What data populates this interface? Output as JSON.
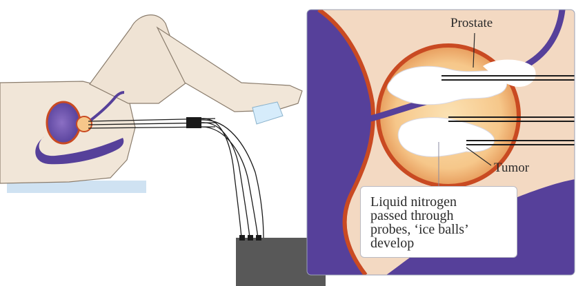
{
  "labels": {
    "prostate": "Prostate",
    "tumor": "Tumor",
    "callout_lines": [
      "Liquid nitrogen",
      "passed through",
      "probes, ‘ice balls’",
      "develop"
    ]
  },
  "colors": {
    "background": "#ffffff",
    "inset_background": "#f3d9c2",
    "skin": "#f1e6d8",
    "skin_outline": "#8a7c6c",
    "organ_purple": "#56409a",
    "organ_purple_light": "#8b6fc4",
    "prostate_ring": "#c94a22",
    "prostate_fill": "#f6c78a",
    "ice": "#ffffff",
    "probe": "#1a1a1a",
    "console": "#585858",
    "table": "#cfe2f2"
  }
}
